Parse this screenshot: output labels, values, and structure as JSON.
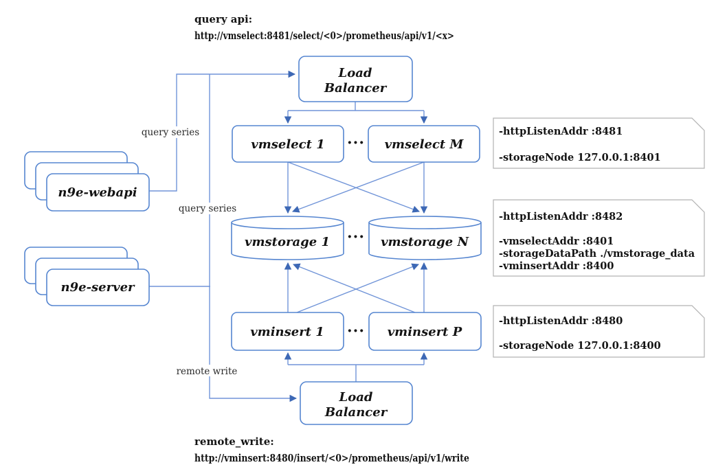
{
  "diagram": {
    "annotations": {
      "query_api_title": "query api:",
      "query_api_url": "http://vmselect:8481/select/<0>/prometheus/api/v1/<x>",
      "remote_write_title": "remote_write:",
      "remote_write_url": "http://vminsert:8480/insert/<0>/prometheus/api/v1/write"
    },
    "nodes": {
      "lb_top": {
        "line1": "Load",
        "line2": "Balancer"
      },
      "lb_bottom": {
        "line1": "Load",
        "line2": "Balancer"
      },
      "vmselect_1": "vmselect 1",
      "vmselect_m": "vmselect M",
      "vmstorage_1": "vmstorage 1",
      "vmstorage_n": "vmstorage N",
      "vminsert_1": "vminsert 1",
      "vminsert_p": "vminsert P",
      "n9e_webapi": "n9e-webapi",
      "n9e_server": "n9e-server",
      "ellipsis": "···"
    },
    "edge_labels": {
      "query_series_webapi": "query series",
      "query_series_server": "query series",
      "remote_write": "remote write"
    },
    "notes": {
      "vmselect": {
        "lines": [
          "-httpListenAddr :8481",
          "-storageNode 127.0.0.1:8401"
        ]
      },
      "vmstorage": {
        "lines": [
          "-httpListenAddr :8482",
          "-vmselectAddr :8401",
          "-storageDataPath ./vmstorage_data",
          "-vminsertAddr :8400"
        ]
      },
      "vminsert": {
        "lines": [
          "-httpListenAddr :8480",
          "-storageNode 127.0.0.1:8400"
        ]
      }
    },
    "colors": {
      "node_border": "#5585d0",
      "connector": "#7094d8",
      "arrowhead": "#3d68b5",
      "note_border": "#b2b2b2",
      "text": "#141414"
    }
  }
}
